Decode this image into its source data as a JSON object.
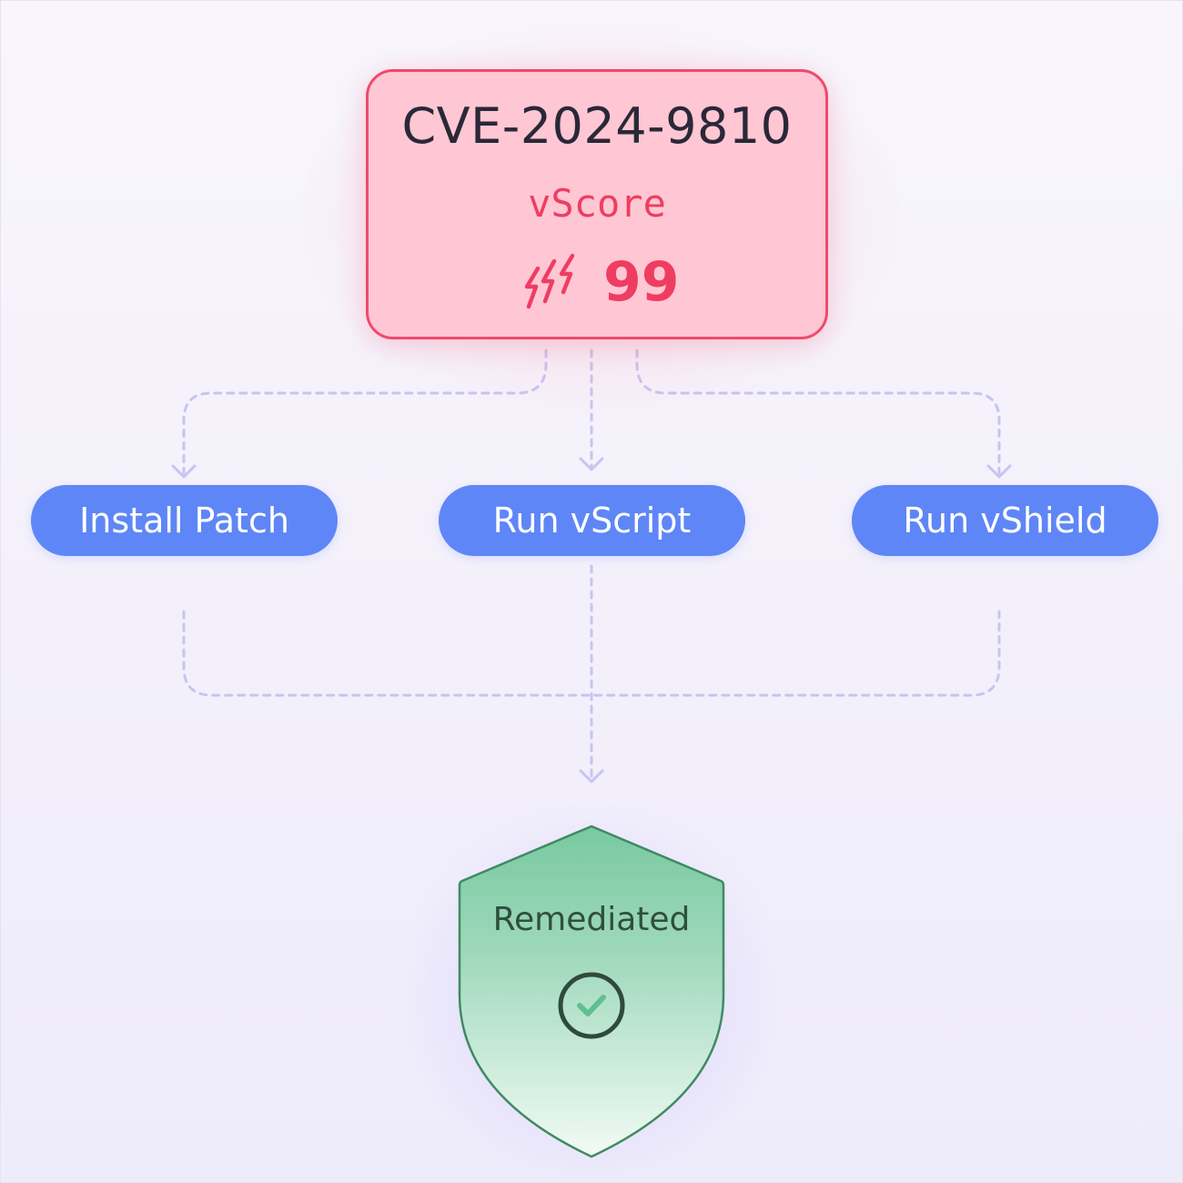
{
  "cve": {
    "id": "CVE-2024-9810",
    "score_label": "vScore",
    "score_value": "99",
    "icon": "lightning-bolts-icon"
  },
  "actions": [
    {
      "label": "Install Patch"
    },
    {
      "label": "Run vScript"
    },
    {
      "label": "Run vShield"
    }
  ],
  "result": {
    "label": "Remediated",
    "icon": "checkmark-circle-icon"
  },
  "colors": {
    "critical": "#ef3d62",
    "critical_bg": "#ffc7d3",
    "action": "#5f86f7",
    "success": "#7ecba6",
    "connector": "#c7c4f3"
  }
}
